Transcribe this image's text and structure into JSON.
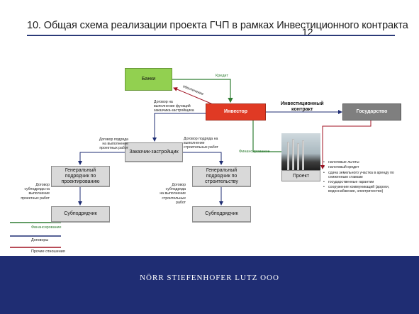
{
  "title": "10. Общая схема реализации проекта ГЧП в рамках Инвестиционного контракта",
  "page_number": "12",
  "boxes": {
    "banks": "Банки",
    "investor": "Инвестор",
    "state": "Государство",
    "customer": "Заказчик-застройщик",
    "gen_design": "Генеральный подрядчик по проектированию",
    "gen_build": "Генеральный подрядчик по строительству",
    "sub_left": "Субподрядчик",
    "sub_right": "Субподрядчик",
    "project": "Проект"
  },
  "edge_labels": {
    "credit": "Кредит",
    "collateral": "обеспечение",
    "customer_functions": "Договор на\nвыполнение функций\nзаказчика-застройщика",
    "design_contract": "Договор подряда\nна выполнение\nпроектных работ",
    "build_contract": "Договор подряда            на\nвыполнение\nстроительных работ",
    "financing": "Финансирование",
    "sub_design": "Договор\nсубподряда на\nвыполнение\nпроектных работ",
    "sub_build": "Договор\nсубподряда\nна выполнение\nстроительных\nработ",
    "investment_contract": "Инвестиционный\nконтракт"
  },
  "state_benefits": [
    "налоговые льготы",
    "налоговый кредит",
    "сдача земельного участка в аренду по сниженным ставкам",
    "государственные гарантии",
    "сооружение коммуникаций (дороги, водоснабжение, электричество)"
  ],
  "legend": {
    "financing": "Финансирование",
    "contracts": "Договоры",
    "other": "Прочие отношения"
  },
  "colors": {
    "financing": "#2e7d32",
    "contracts": "#1f2d73",
    "other": "#a01020",
    "investor_box": "#e03a24",
    "banks_box": "#92d050",
    "footer": "#1f2d73"
  },
  "footer_text": "NÖRR STIEFENHOFER LUTZ ООО"
}
